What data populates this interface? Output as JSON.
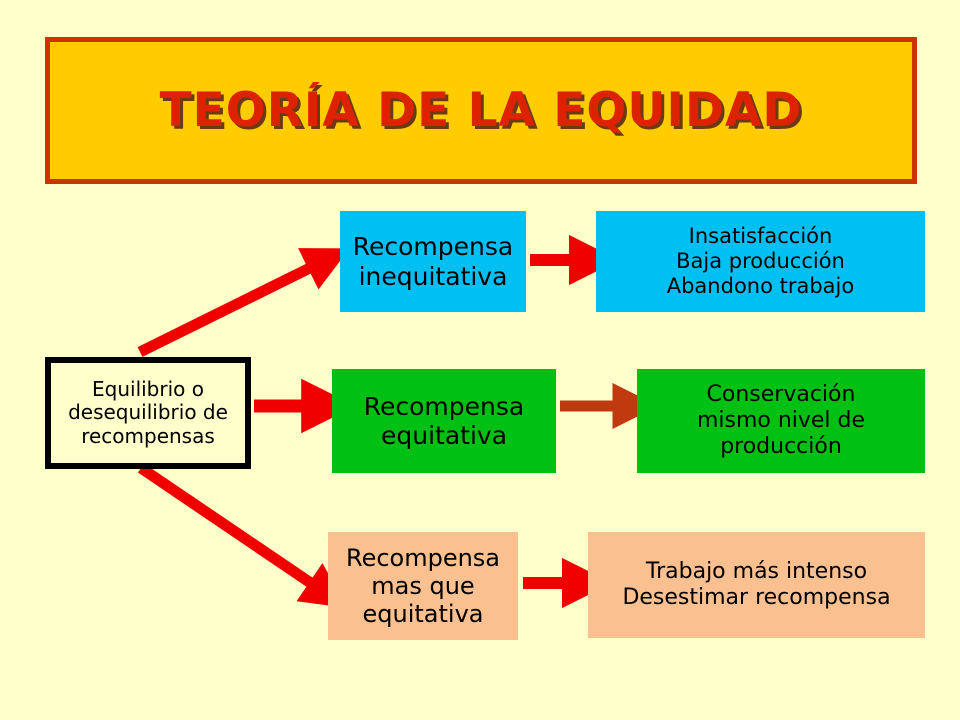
{
  "page": {
    "background_color": "#FFFFCC"
  },
  "title": {
    "text": "TEORÍA DE LA EQUIDAD",
    "fill_color": "#FFCC00",
    "border_color": "#CC3300",
    "text_color": "#DD2200",
    "shadow_color": "#6B3A14"
  },
  "nodes": {
    "source": {
      "label": "Equilibrio o\ndesequilibrio de\nrecompensas",
      "fill_color": "#FFFFCC",
      "border_color": "#000000"
    },
    "cause_inequitable": {
      "label": "Recompensa\ninequitativa",
      "fill_color": "#00BFF3"
    },
    "effect_inequitable": {
      "label": "Insatisfacción\nBaja producción\nAbandono trabajo",
      "fill_color": "#00BFF3"
    },
    "cause_equitable": {
      "label": "Recompensa\nequitativa",
      "fill_color": "#00C014"
    },
    "effect_equitable": {
      "label": "Conservación\nmismo nivel de\nproducción",
      "fill_color": "#00C014"
    },
    "cause_more_than_equitable": {
      "label": "Recompensa\nmas que\nequitativa",
      "fill_color": "#FAC090"
    },
    "effect_more_than_equitable": {
      "label": "Trabajo más intenso\nDesestimar recompensa",
      "fill_color": "#FAC090"
    }
  },
  "arrows": [
    {
      "name": "source-to-inequitable",
      "color": "#F00000",
      "kind": "diagonal-up"
    },
    {
      "name": "source-to-equitable",
      "color": "#F00000",
      "kind": "horizontal"
    },
    {
      "name": "source-to-more-than-equitable",
      "color": "#F00000",
      "kind": "diagonal-down"
    },
    {
      "name": "inequitable-to-effect",
      "color": "#F00000",
      "kind": "horizontal"
    },
    {
      "name": "equitable-to-effect",
      "color": "#C0390F",
      "kind": "horizontal"
    },
    {
      "name": "more-than-equitable-to-effect",
      "color": "#F00000",
      "kind": "horizontal"
    }
  ]
}
